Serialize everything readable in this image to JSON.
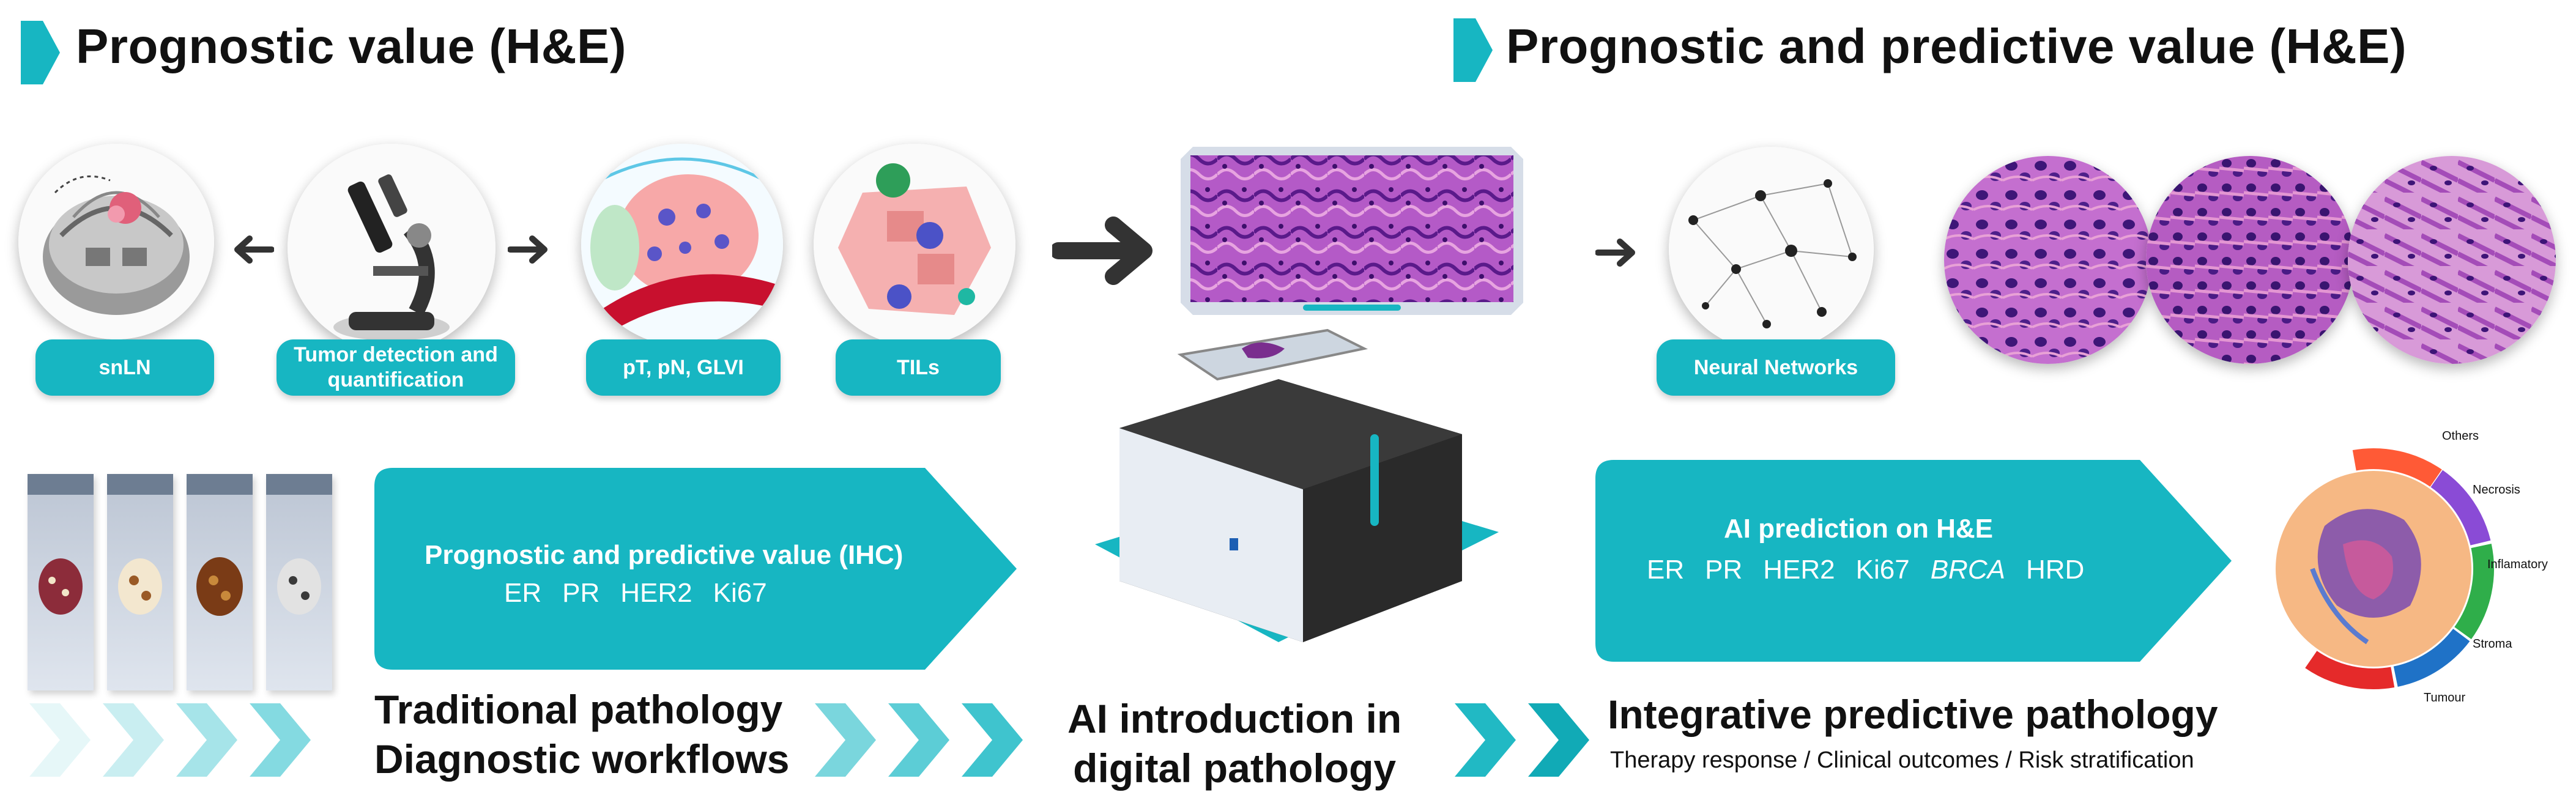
{
  "titles": {
    "left": "Prognostic value (H&E)",
    "right": "Prognostic and predictive value (H&E)"
  },
  "pills": {
    "snln": "snLN",
    "tumor_line1": "Tumor detection and",
    "tumor_line2": "quantification",
    "staging": "pT, pN, GLVI",
    "tils": "TILs",
    "neural": "Neural Networks"
  },
  "ihc_banner": {
    "title": "Prognostic and predictive value (IHC)",
    "markers": [
      "ER",
      "PR",
      "HER2",
      "Ki67"
    ]
  },
  "ai_banner": {
    "title": "AI prediction on H&E",
    "markers": [
      "ER",
      "PR",
      "HER2",
      "Ki67",
      "BRCA",
      "HRD"
    ]
  },
  "sections": {
    "traditional_line1": "Traditional pathology",
    "traditional_line2": "Diagnostic workflows",
    "ai_line1": "AI introduction in",
    "ai_line2": "digital pathology",
    "integrative": "Integrative predictive pathology",
    "integrative_sub": "Therapy response / Clinical outcomes / Risk stratification"
  },
  "tissue_legend": [
    "Others",
    "Necrosis",
    "Inflamatory",
    "Stroma",
    "Tumour"
  ],
  "colors": {
    "accent": "#17b6c2",
    "he_purple": "#8e3ab0",
    "he_pink": "#d98fc9"
  }
}
